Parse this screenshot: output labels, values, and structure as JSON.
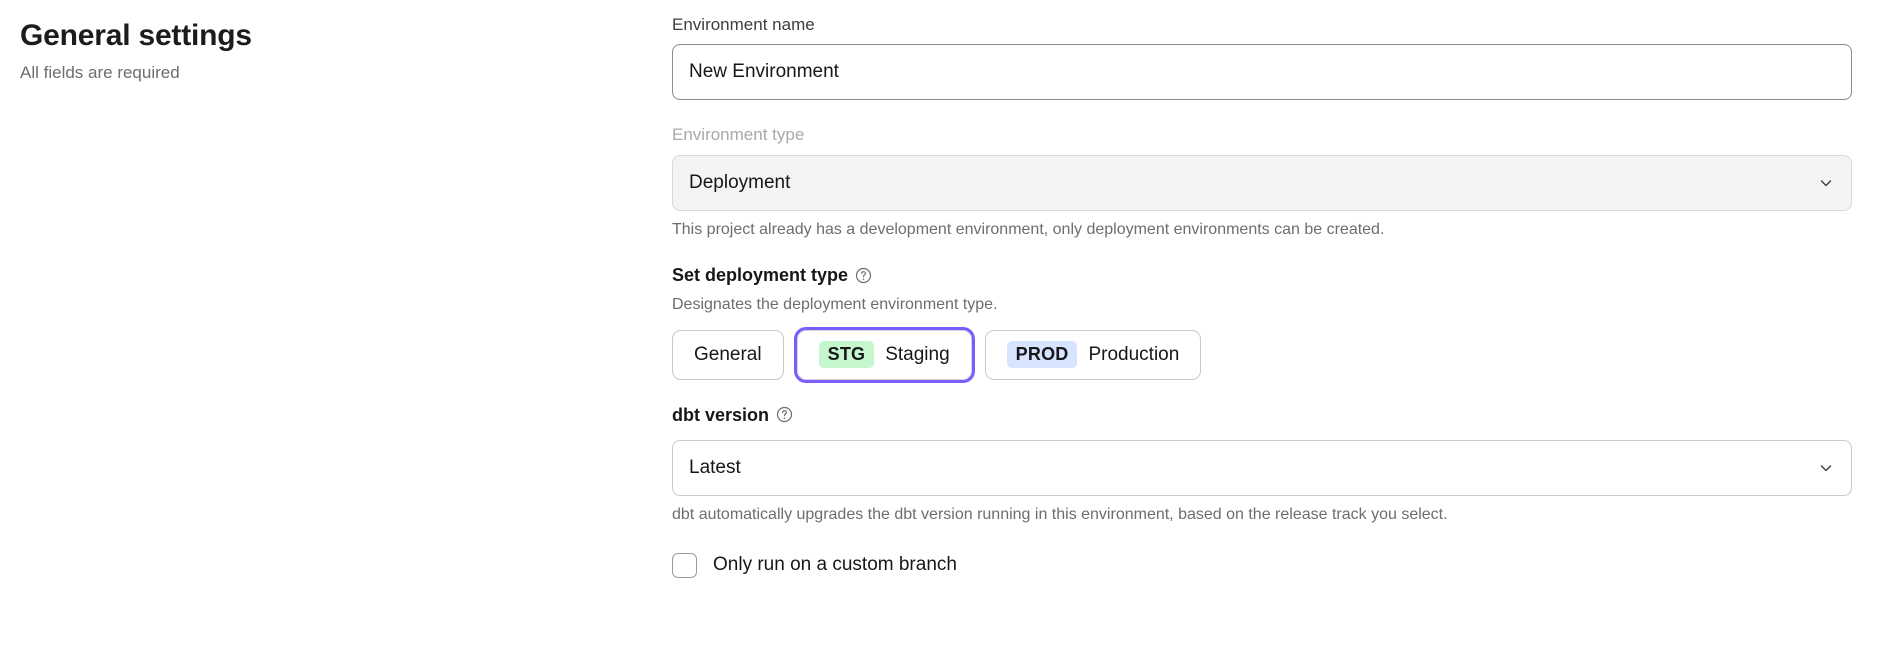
{
  "header": {
    "title": "General settings",
    "subtitle": "All fields are required"
  },
  "form": {
    "environment_name": {
      "label": "Environment name",
      "value": "New Environment",
      "placeholder": "Environment name"
    },
    "environment_type": {
      "label": "Environment type",
      "value": "Deployment",
      "disabled": true,
      "helper": "This project already has a development environment, only deployment environments can be created.",
      "chevron_icon": "chevron-down-icon"
    },
    "deployment_type": {
      "label": "Set deployment type",
      "help_icon": "help-circle-icon",
      "helper": "Designates the deployment environment type.",
      "options": [
        {
          "badge": "",
          "label": "General",
          "selected": false,
          "focused": false
        },
        {
          "badge": "STG",
          "label": "Staging",
          "selected": true,
          "focused": true,
          "badge_color": "#c6f6cd"
        },
        {
          "badge": "PROD",
          "label": "Production",
          "selected": false,
          "focused": false,
          "badge_color": "#d6e4ff"
        }
      ]
    },
    "dbt_version": {
      "label": "dbt version",
      "help_icon": "help-circle-icon",
      "value": "Latest",
      "helper": "dbt automatically upgrades the dbt version running in this environment, based on the release track you select.",
      "chevron_icon": "chevron-down-icon"
    },
    "custom_branch": {
      "label": "Only run on a custom branch",
      "checked": false
    }
  },
  "colors": {
    "focus_ring": "#7c5cfa",
    "staging_badge": "#c6f6cd",
    "production_badge": "#d6e4ff",
    "text_primary": "#17171a",
    "text_muted": "#6d6d72"
  }
}
